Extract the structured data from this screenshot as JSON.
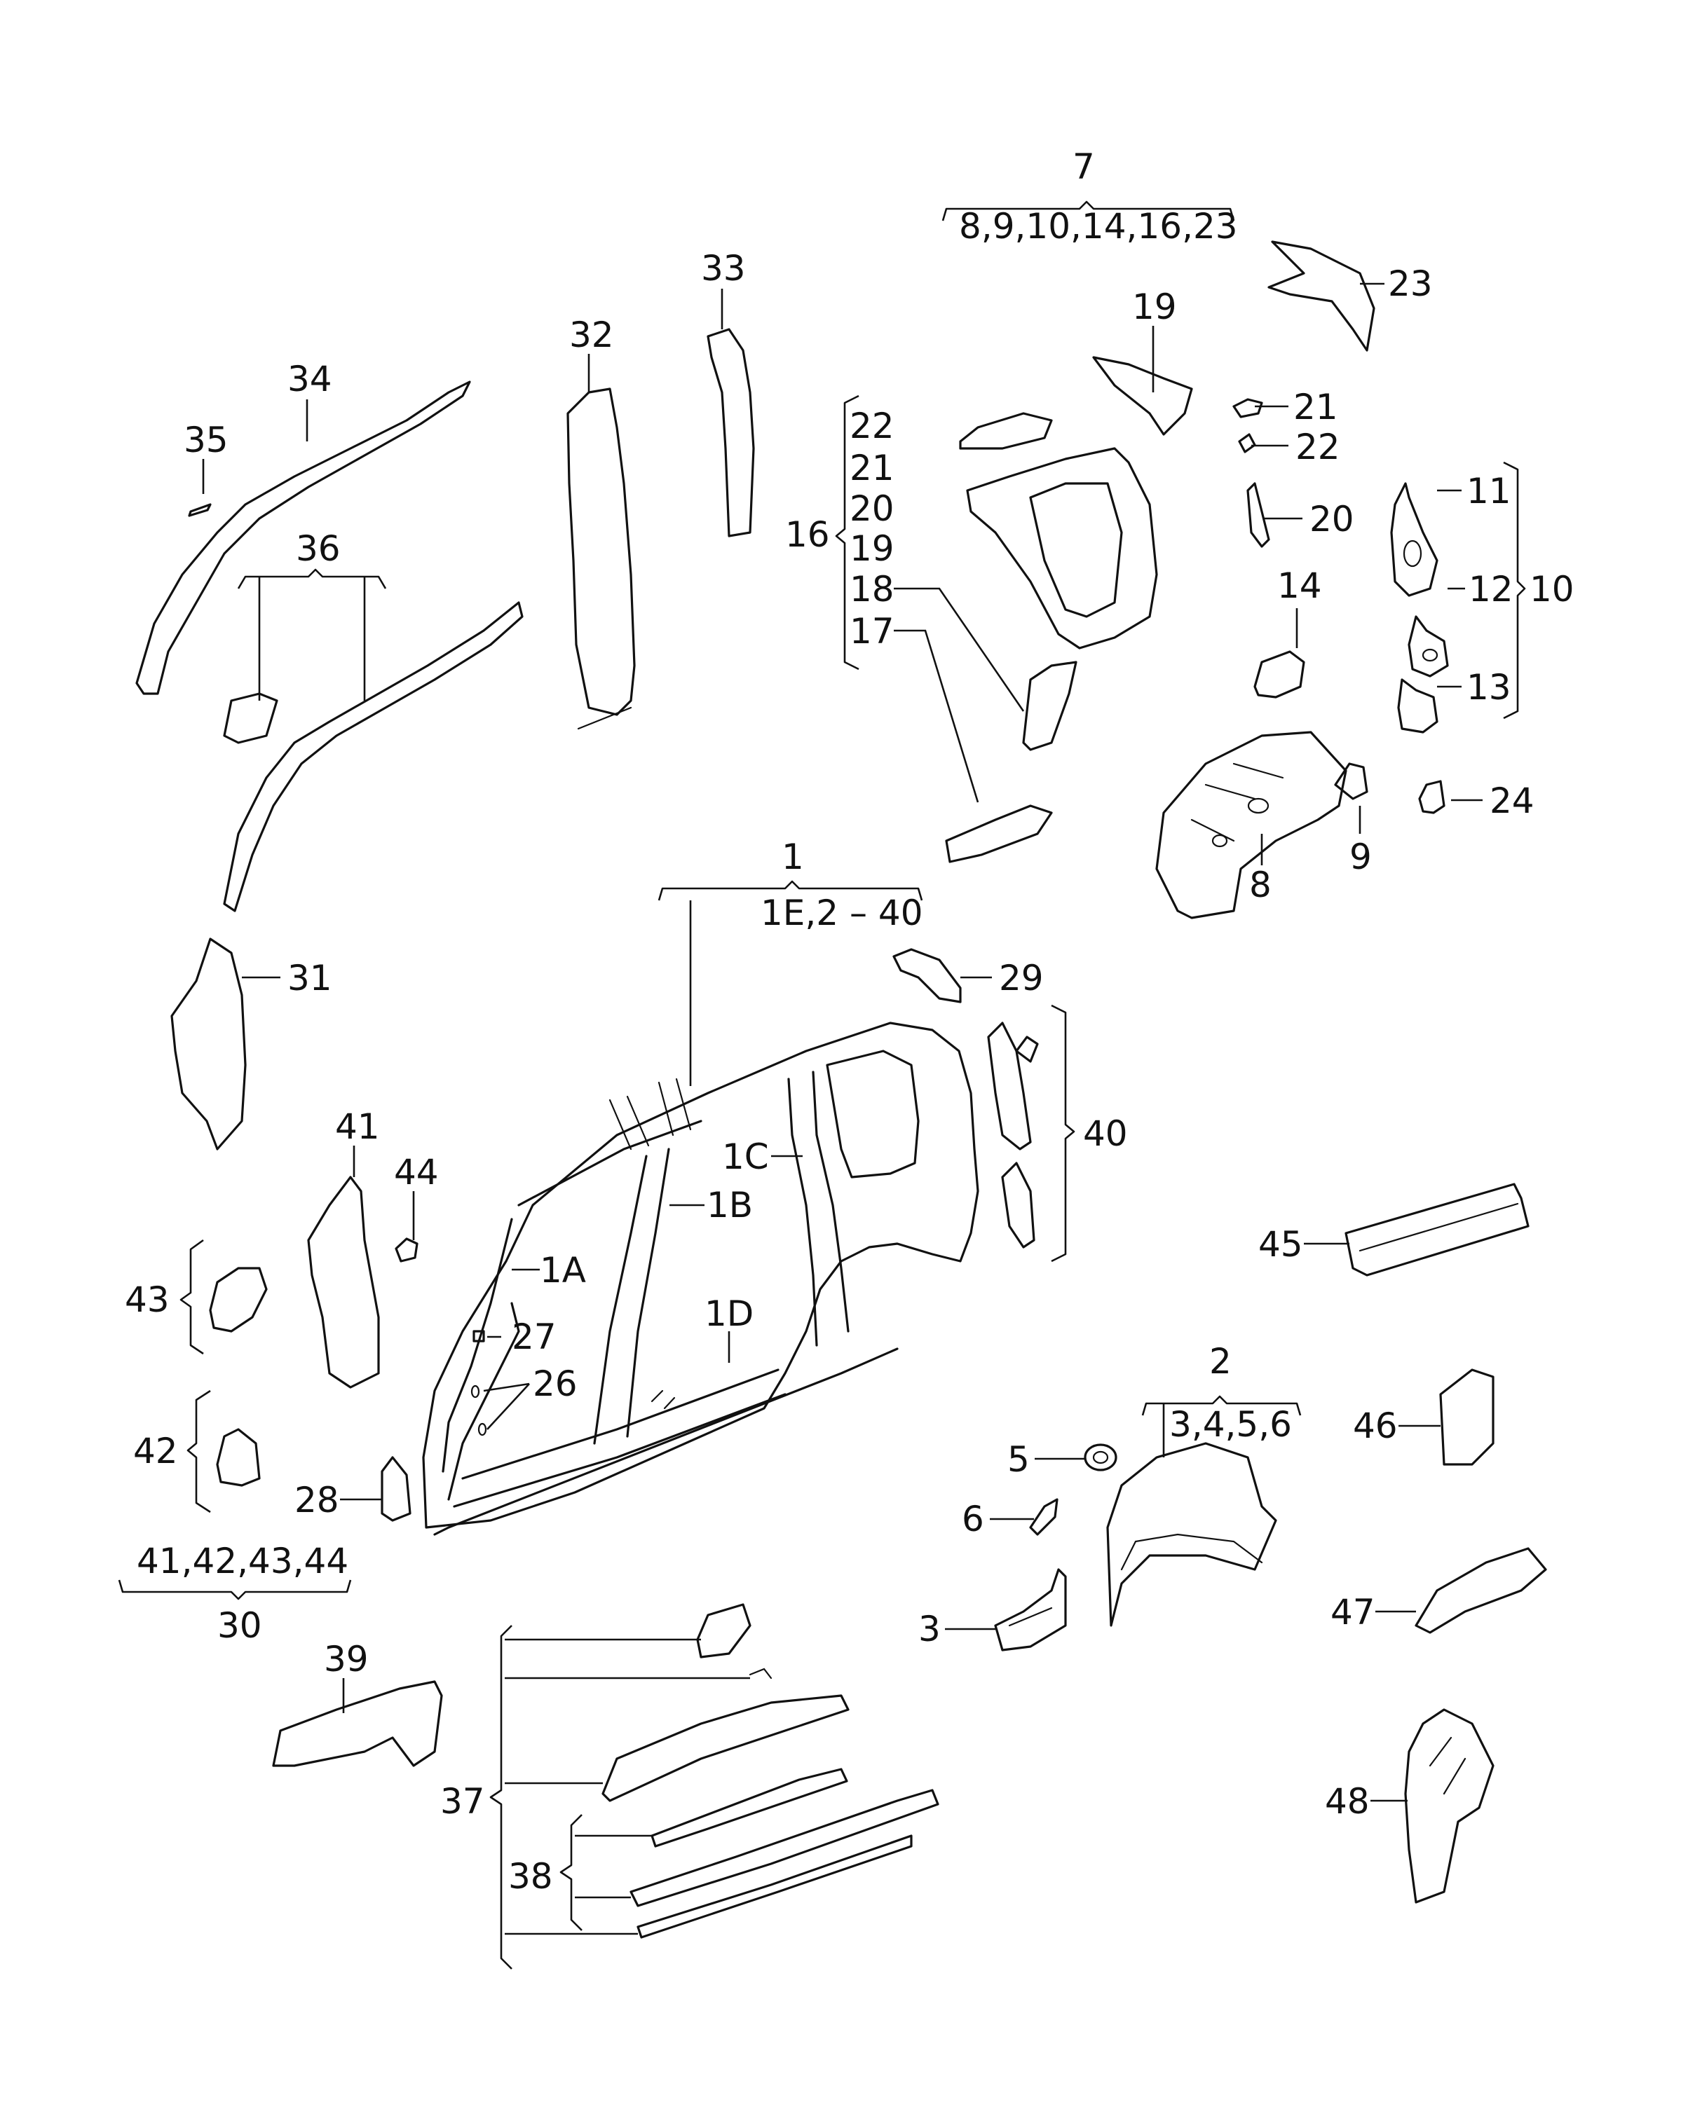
{
  "labels": {
    "p1": "1",
    "p1_sub": "1E,2 – 40",
    "p1a": "1A",
    "p1b": "1B",
    "p1c": "1C",
    "p1d": "1D",
    "p2": "2",
    "p2_sub": "3,4,5,6",
    "p3": "3",
    "p5": "5",
    "p6": "6",
    "p7": "7",
    "p7_sub": "8,9,10,14,16,23",
    "p8": "8",
    "p9": "9",
    "p10": "10",
    "p11": "11",
    "p12": "12",
    "p13": "13",
    "p14": "14",
    "p16": "16",
    "p16_22": "22",
    "p16_21": "21",
    "p16_20": "20",
    "p16_19": "19",
    "p16_18": "18",
    "p16_17": "17",
    "p19": "19",
    "p20": "20",
    "p21": "21",
    "p22": "22",
    "p23": "23",
    "p24": "24",
    "p26": "26",
    "p27": "27",
    "p28": "28",
    "p29": "29",
    "p30": "30",
    "p30_sub": "41,42,43,44",
    "p31": "31",
    "p32": "32",
    "p33": "33",
    "p34": "34",
    "p35": "35",
    "p36": "36",
    "p37": "37",
    "p38": "38",
    "p39": "39",
    "p40": "40",
    "p41": "41",
    "p42": "42",
    "p43": "43",
    "p44": "44",
    "p45": "45",
    "p46": "46",
    "p47": "47",
    "p48": "48"
  }
}
